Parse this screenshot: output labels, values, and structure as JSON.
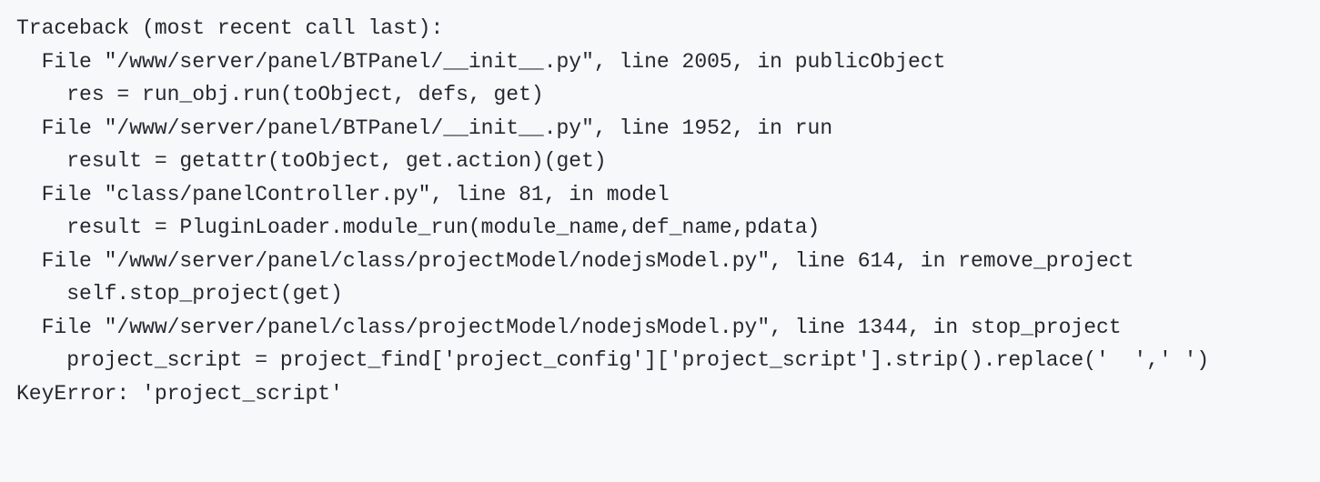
{
  "traceback": {
    "lines": [
      "Traceback (most recent call last):",
      "  File \"/www/server/panel/BTPanel/__init__.py\", line 2005, in publicObject",
      "    res = run_obj.run(toObject, defs, get)",
      "  File \"/www/server/panel/BTPanel/__init__.py\", line 1952, in run",
      "    result = getattr(toObject, get.action)(get)",
      "  File \"class/panelController.py\", line 81, in model",
      "    result = PluginLoader.module_run(module_name,def_name,pdata)",
      "  File \"/www/server/panel/class/projectModel/nodejsModel.py\", line 614, in remove_project",
      "    self.stop_project(get)",
      "  File \"/www/server/panel/class/projectModel/nodejsModel.py\", line 1344, in stop_project",
      "    project_script = project_find['project_config']['project_script'].strip().replace('  ',' ')",
      "KeyError: 'project_script'"
    ]
  }
}
